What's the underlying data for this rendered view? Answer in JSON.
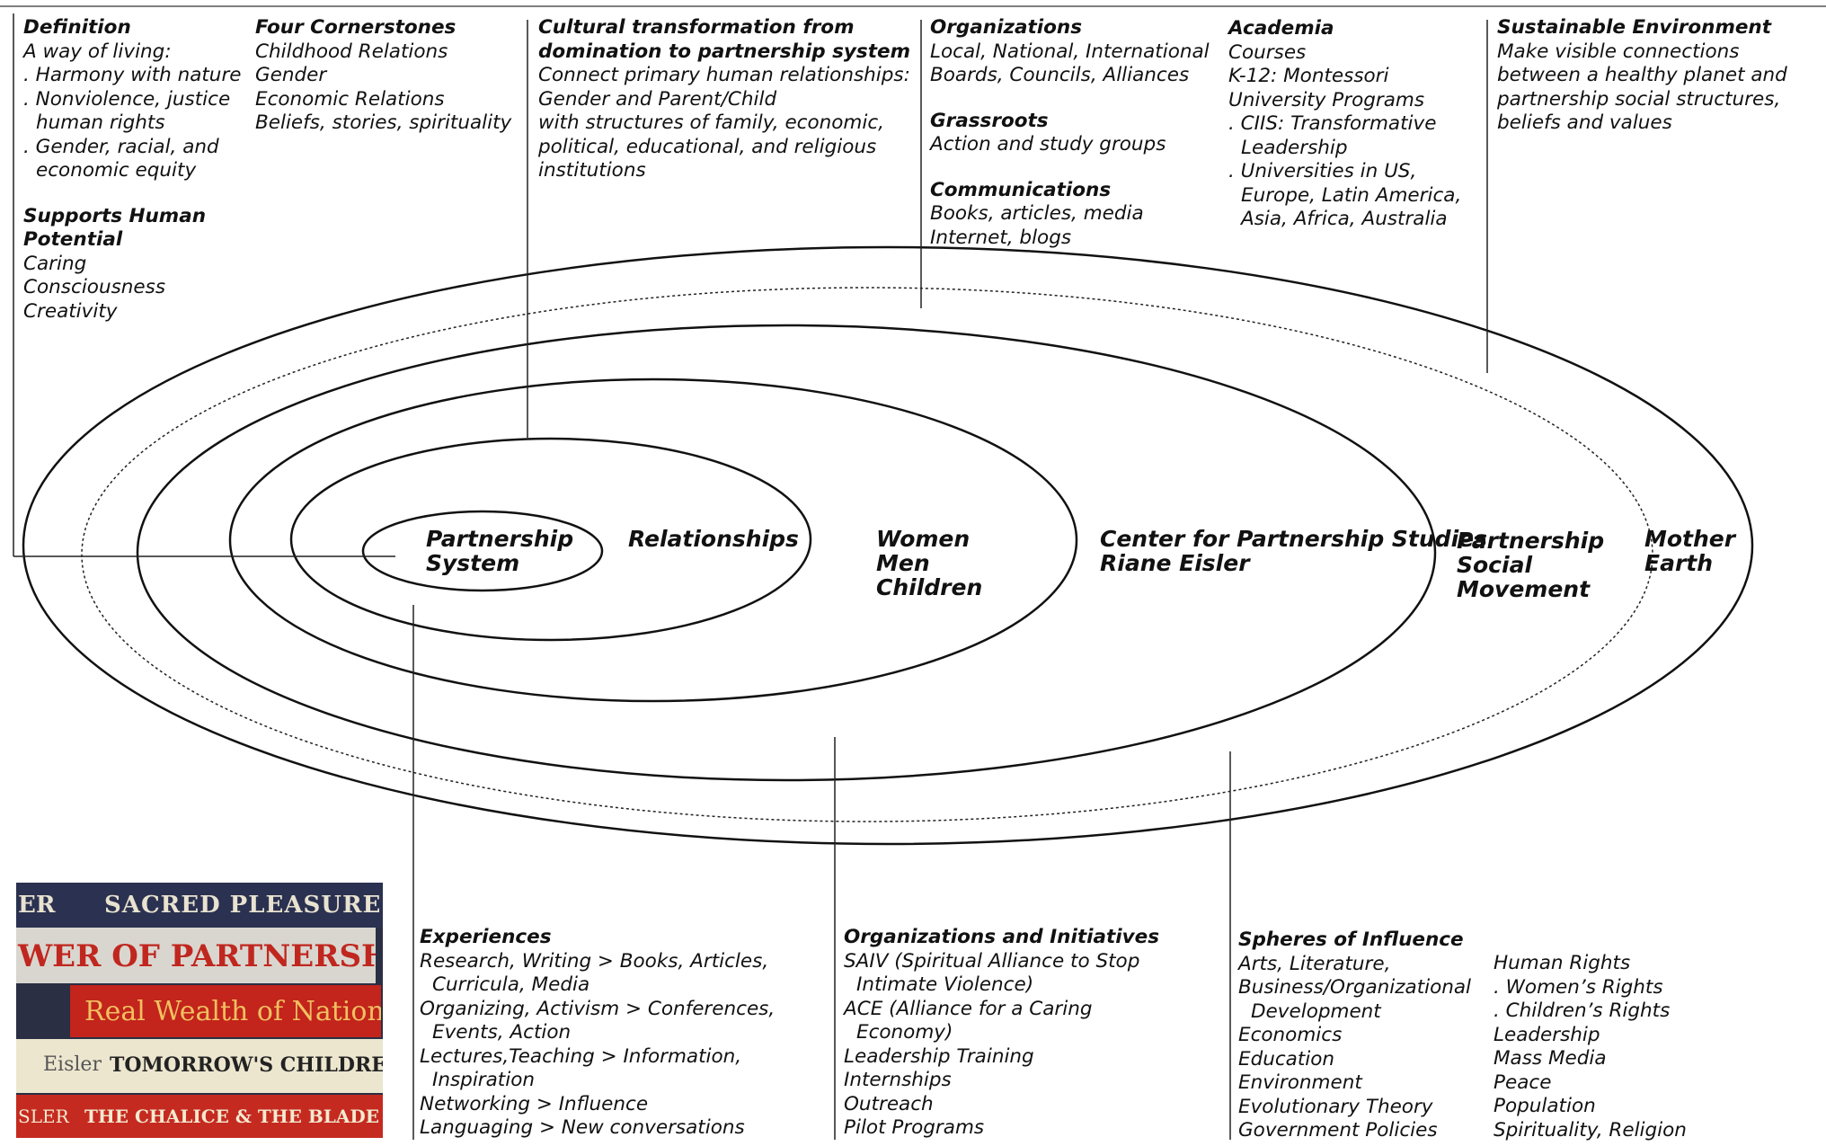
{
  "top_left": {
    "definition_heading": "Definition",
    "definition_lines": [
      "A way of living:",
      ". Harmony with nature",
      ". Nonviolence, justice",
      "human rights",
      ". Gender, racial, and",
      "economic equity"
    ],
    "supports_heading": [
      "Supports Human",
      "Potential"
    ],
    "supports_lines": [
      "Caring",
      "Consciousness",
      "Creativity"
    ]
  },
  "cornerstones": {
    "heading": "Four Cornerstones",
    "lines": [
      "Childhood Relations",
      "Gender",
      "Economic Relations",
      "Beliefs, stories, spirituality"
    ]
  },
  "cultural": {
    "heading": [
      "Cultural transformation from",
      "domination to partnership system"
    ],
    "lines": [
      "Connect primary human relationships:",
      "Gender and Parent/Child",
      "with structures of family, economic,",
      "political, educational, and religious",
      "institutions"
    ]
  },
  "organizations_top": {
    "org_heading": "Organizations",
    "org_lines": [
      "Local, National, International",
      "Boards, Councils, Alliances"
    ],
    "grassroots_heading": "Grassroots",
    "grassroots_lines": [
      "Action and study groups"
    ],
    "comm_heading": "Communications",
    "comm_lines": [
      "Books, articles, media",
      "Internet, blogs"
    ]
  },
  "academia": {
    "heading": "Academia",
    "lines": [
      "Courses",
      "K-12: Montessori",
      "University Programs",
      ". CIIS: Transformative",
      "Leadership",
      ". Universities in US,",
      "Europe, Latin America,",
      "Asia, Africa, Australia"
    ]
  },
  "sustainable": {
    "heading": "Sustainable Environment",
    "lines": [
      "Make visible connections",
      "between a healthy planet and",
      "partnership social structures,",
      "beliefs and values"
    ]
  },
  "rings": {
    "partnership_system": [
      "Partnership",
      "System"
    ],
    "relationships": [
      "Relationships"
    ],
    "women_men_children": [
      "Women",
      "Men",
      "Children"
    ],
    "center": [
      "Center for Partnership Studies",
      "Riane Eisler"
    ],
    "social_movement": [
      "Partnership",
      "Social",
      "Movement"
    ],
    "mother_earth": [
      "Mother",
      "Earth"
    ]
  },
  "experiences": {
    "heading": "Experiences",
    "lines": [
      "Research, Writing > Books, Articles,",
      "Curricula, Media",
      "Organizing, Activism > Conferences,",
      "Events, Action",
      "Lectures,Teaching > Information,",
      "Inspiration",
      "Networking > Influence",
      "Languaging > New conversations"
    ]
  },
  "initiatives": {
    "heading": "Organizations and Initiatives",
    "lines": [
      "SAIV (Spiritual Alliance to Stop",
      "Intimate Violence)",
      "ACE (Alliance for a Caring",
      "Economy)",
      "Leadership Training",
      "Internships",
      "Outreach",
      "Pilot Programs"
    ]
  },
  "spheres": {
    "heading": "Spheres of Influence",
    "lines": [
      "Arts, Literature,",
      "Business/Organizational",
      "Development",
      "Economics",
      "Education",
      "Environment",
      "Evolutionary Theory",
      "Government Policies"
    ]
  },
  "spheres_right": {
    "lines": [
      "Human Rights",
      ". Women’s Rights",
      ". Children’s Rights",
      "Leadership",
      "Mass Media",
      "Peace",
      "Population",
      "Spirituality, Religion"
    ]
  },
  "books": [
    {
      "title": "SACRED PLEASURE",
      "left_text": "ER",
      "color": "#2b3150",
      "text_color": "#e8e2d0"
    },
    {
      "title": "WER OF PARTNERSHIP",
      "color": "#d9d6cf",
      "text_color": "#c0271f"
    },
    {
      "title": "Real Wealth of Nations",
      "color": "#c3241c",
      "text_color": "#f0c060"
    },
    {
      "title": "TOMORROW'S CHILDRE",
      "left_text": "Eisler",
      "color": "#ece6cf",
      "text_color": "#222222"
    },
    {
      "title": "THE CHALICE & THE BLADE",
      "left_text": "SLER",
      "color": "#c52a20",
      "text_color": "#f3ead0"
    }
  ]
}
